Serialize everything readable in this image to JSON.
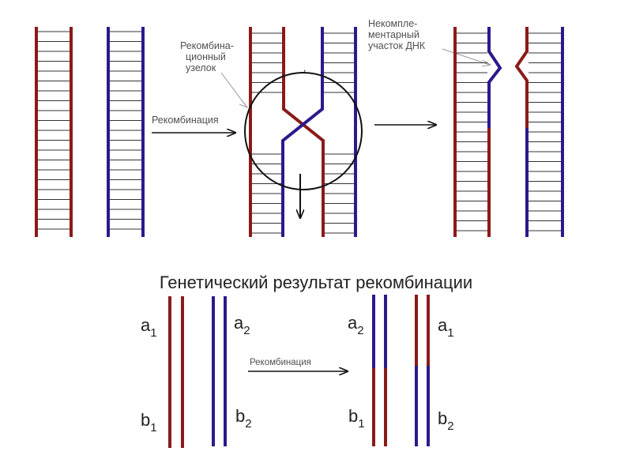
{
  "colors": {
    "red_strand": "#8b1a1a",
    "blue_strand": "#2a1a8c",
    "rung": "#333333",
    "outline": "#111111",
    "label_text": "#505050",
    "title_text": "#222222"
  },
  "top": {
    "recombination_label": "Рекомбинация",
    "node_label_lines": [
      "Рекомбина-",
      "ционный",
      "узелок"
    ],
    "noncomplementary_label_lines": [
      "Некомпле-",
      "ментарный",
      "участок ДНК"
    ],
    "tick_mark": ","
  },
  "bottom": {
    "title": "Генетический результат рекомбинации",
    "recombination_label": "Рекомбинация",
    "left_pair": {
      "a1": {
        "base": "a",
        "sub": "1"
      },
      "b1": {
        "base": "b",
        "sub": "1"
      },
      "a2": {
        "base": "a",
        "sub": "2"
      },
      "b2": {
        "base": "b",
        "sub": "2"
      }
    },
    "right_pair": {
      "a2": {
        "base": "a",
        "sub": "2"
      },
      "b1": {
        "base": "b",
        "sub": "1"
      },
      "a1": {
        "base": "a",
        "sub": "1"
      },
      "b2": {
        "base": "b",
        "sub": "2"
      }
    }
  }
}
